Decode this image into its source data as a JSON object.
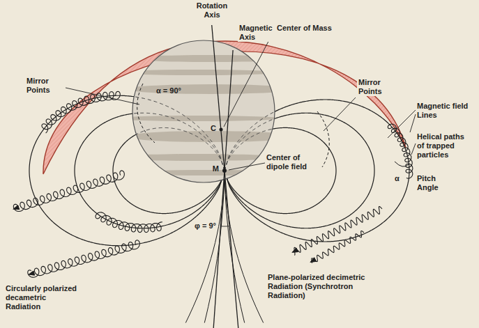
{
  "diagram": {
    "labels": [
      "Rotation Axis",
      "Magnetic Axis",
      "Center of Mass",
      "Mirror Points",
      "α = 90°",
      "C",
      "Mirror Points",
      "Magnetic field Lines",
      "Helical paths of trapped particles",
      "Center of dipole field",
      "M",
      "α",
      "Pitch Angle",
      "φ = 9°",
      "Circularly polarized decametric Radiation",
      "Plane-polarized decimetric Radiation (Synchrotron Radiation)"
    ]
  }
}
